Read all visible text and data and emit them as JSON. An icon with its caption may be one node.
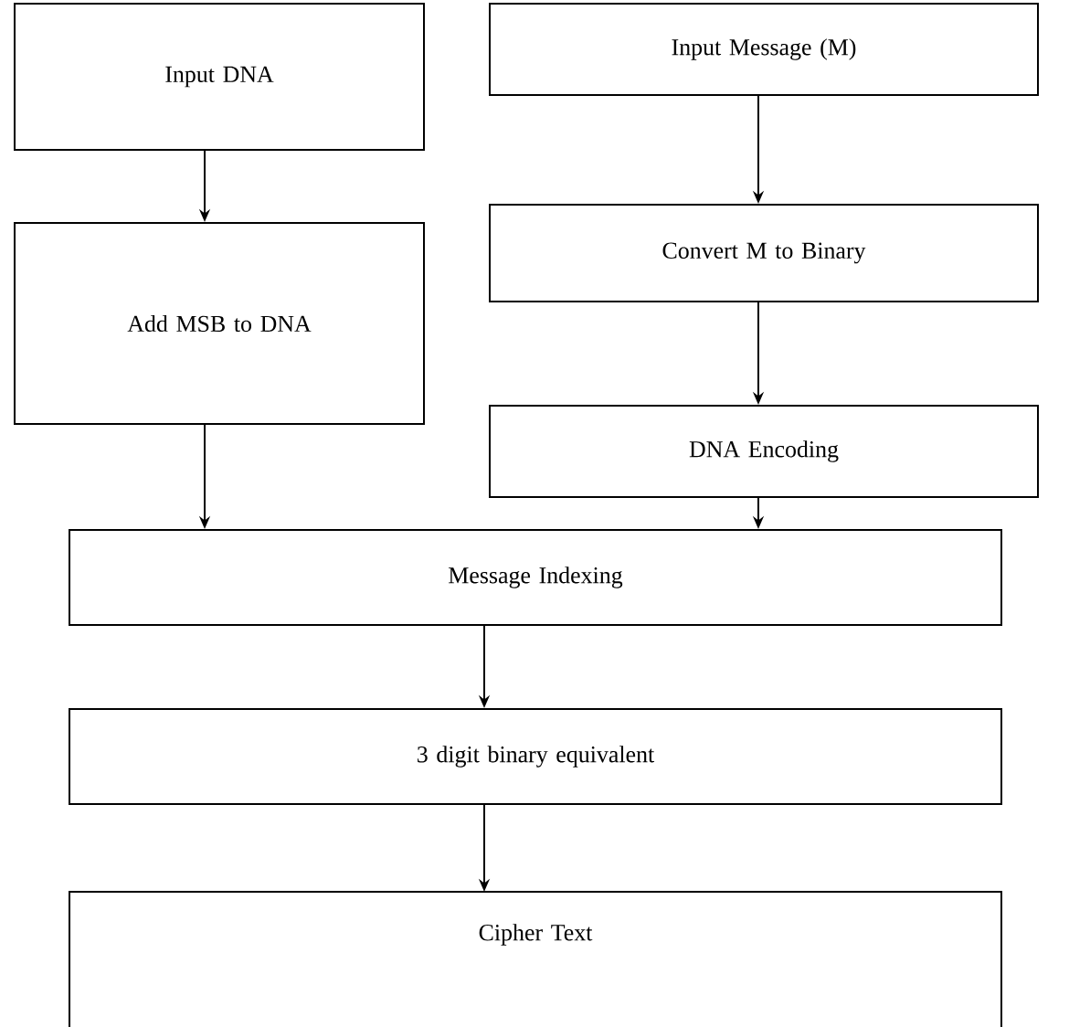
{
  "diagram": {
    "nodes": [
      {
        "text": [
          "Input DNA"
        ]
      },
      {
        "text": [
          "Input Message (M)"
        ]
      },
      {
        "text": [
          "Convert M to Binary"
        ]
      },
      {
        "text": [
          "Add MSB to DNA"
        ]
      },
      {
        "text": [
          "DNA Encoding"
        ]
      },
      {
        "text": [
          "Message Indexing"
        ]
      },
      {
        "text": [
          "3 digit binary equivalent"
        ]
      },
      {
        "text": [
          "Cipher Text"
        ]
      }
    ],
    "edges": [
      {
        "from": 0,
        "to": 3,
        "arrow": "to"
      },
      {
        "from": 1,
        "to": 2,
        "arrow": "to"
      },
      {
        "from": 2,
        "to": 4,
        "arrow": "to"
      },
      {
        "from": 3,
        "to": 5,
        "arrow": "to"
      },
      {
        "from": 4,
        "to": 5,
        "arrow": "to"
      },
      {
        "from": 5,
        "to": 6,
        "arrow": "to"
      },
      {
        "from": 6,
        "to": 7,
        "arrow": "to"
      }
    ]
  }
}
